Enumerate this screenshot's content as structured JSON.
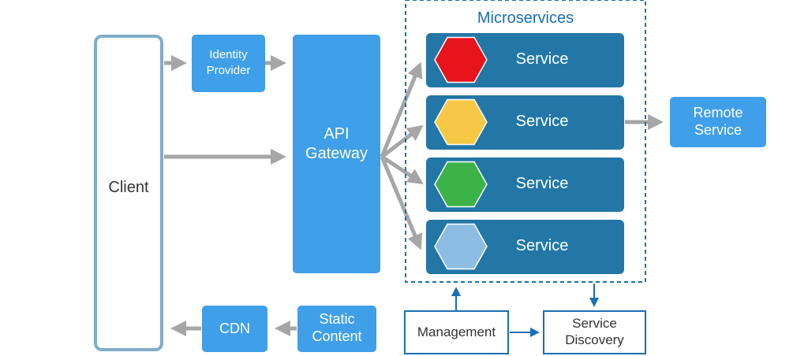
{
  "nodes": {
    "client": "Client",
    "identity_provider": [
      "Identity",
      "Provider"
    ],
    "api_gateway": [
      "API",
      "Gateway"
    ],
    "cdn": "CDN",
    "static_content": [
      "Static",
      "Content"
    ],
    "remote_service": [
      "Remote",
      "Service"
    ],
    "management": "Management",
    "service_discovery": [
      "Service",
      "Discovery"
    ]
  },
  "microservices": {
    "title": "Microservices",
    "services": [
      {
        "label": "Service",
        "hex_color": "#e8141b"
      },
      {
        "label": "Service",
        "hex_color": "#f7c845"
      },
      {
        "label": "Service",
        "hex_color": "#3bb347"
      },
      {
        "label": "Service",
        "hex_color": "#8ebde3"
      }
    ]
  },
  "colors": {
    "light_blue": "#3f9fe8",
    "service_blue": "#2277a6",
    "frame_blue": "#1a6fb5",
    "client_border": "#7fadc9",
    "arrow_gray": "#a6a6a6"
  }
}
